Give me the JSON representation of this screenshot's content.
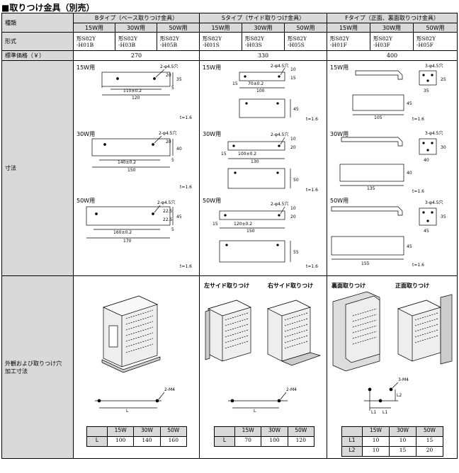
{
  "title": "■取りつけ金具（別売）",
  "header": {
    "type_label": "種類",
    "b_type": "Bタイプ（ベース取りつけ金具）",
    "s_type": "Sタイプ（サイド取りつけ金具）",
    "f_type": "Fタイプ（正面、裏面取りつけ金具）",
    "w15": "15W用",
    "w30": "30W用",
    "w50": "50W用"
  },
  "model_label": "形式",
  "models": {
    "b15": [
      "形S82Y",
      "-H01B"
    ],
    "b30": [
      "形S82Y",
      "-H03B"
    ],
    "b50": [
      "形S82Y",
      "-H05B"
    ],
    "s15": [
      "形S82Y",
      "-H01S"
    ],
    "s30": [
      "形S82Y",
      "-H03S"
    ],
    "s50": [
      "形S82Y",
      "-H05S"
    ],
    "f15": [
      "形S82Y",
      "-H01F"
    ],
    "f30": [
      "形S82Y",
      "-H03F"
    ],
    "f50": [
      "形S82Y",
      "-H05F"
    ]
  },
  "price_label": "標準価格（￥）",
  "prices": {
    "b": "270",
    "s": "330",
    "f": "400"
  },
  "dim_label": "寸法",
  "dims": {
    "w15": "15W用",
    "w30": "30W用",
    "w50": "50W用",
    "hole2": "2-φ4.5穴",
    "hole3": "3-φ4.5穴",
    "t": "t=1.6",
    "b15": {
      "l1": "110±0.2",
      "l2": "120",
      "h1": "20",
      "h2": "35",
      "e": "5"
    },
    "b30": {
      "l1": "140±0.2",
      "l2": "150",
      "h1": "20",
      "h2": "40",
      "e": "5"
    },
    "b50": {
      "l1": "160±0.2",
      "l2": "170",
      "h1": "22.5",
      "h2": "45",
      "e": "5"
    },
    "s15": {
      "e": "15",
      "l1": "70±0.2",
      "l2": "100",
      "a": "10",
      "h": "15",
      "w": "45"
    },
    "s30": {
      "e": "15",
      "l1": "100±0.2",
      "l2": "130",
      "a": "10",
      "h": "20",
      "w": "50"
    },
    "s50": {
      "e": "15",
      "l1": "120±0.2",
      "l2": "150",
      "a": "10",
      "h": "20",
      "w": "55"
    },
    "f15": {
      "a": "25",
      "b": "35",
      "l": "105",
      "w": "45"
    },
    "f30": {
      "a": "30",
      "b": "40",
      "l": "135",
      "w": "40"
    },
    "f50": {
      "a": "35",
      "b": "45",
      "l": "155",
      "w": "45"
    }
  },
  "mount_label": [
    "外観および取りつけ穴",
    "加工寸法"
  ],
  "mount": {
    "left_side": "左サイド取りつけ",
    "right_side": "右サイド取りつけ",
    "back": "裏面取りつけ",
    "front": "正面取りつけ",
    "b_hole": "2-M4",
    "s_hole": "2-M4",
    "f_hole": "3-M4",
    "L": "L",
    "L1": "L1",
    "L2": "L2"
  },
  "tables": {
    "b": {
      "cols": [
        "15W",
        "30W",
        "50W"
      ],
      "rows": [
        {
          "label": "L",
          "values": [
            "100",
            "140",
            "160"
          ]
        }
      ]
    },
    "s": {
      "cols": [
        "15W",
        "30W",
        "50W"
      ],
      "rows": [
        {
          "label": "L",
          "values": [
            "70",
            "100",
            "120"
          ]
        }
      ]
    },
    "f": {
      "cols": [
        "15W",
        "30W",
        "50W"
      ],
      "rows": [
        {
          "label": "L1",
          "values": [
            "10",
            "10",
            "15"
          ]
        },
        {
          "label": "L2",
          "values": [
            "10",
            "15",
            "20"
          ]
        }
      ]
    }
  }
}
